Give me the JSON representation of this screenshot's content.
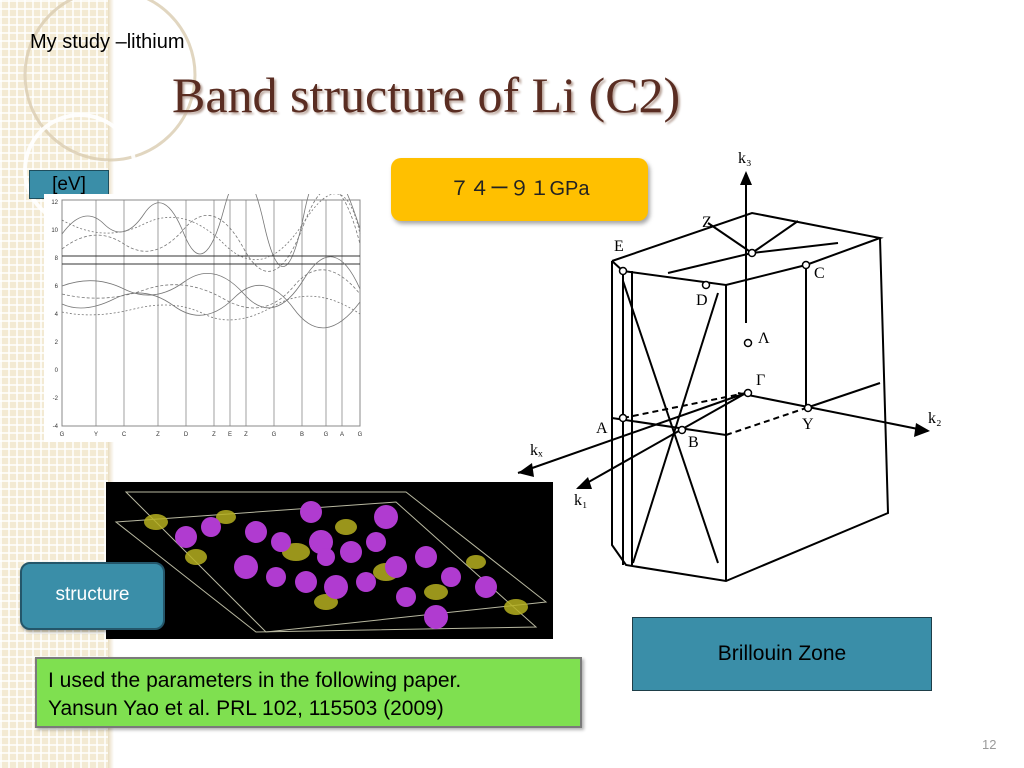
{
  "slide": {
    "subtitle": "My study –lithium",
    "title": "Band structure of Li (C2)",
    "page_number": "12"
  },
  "band_plot": {
    "unit_label": "[eV]",
    "y_ticks": [
      "12",
      "10",
      "8",
      "6",
      "4",
      "2",
      "0",
      "-2",
      "-4"
    ],
    "x_labels": [
      "G",
      "Y",
      "C",
      "Z",
      "D",
      "Z",
      "E",
      "Z",
      "G",
      "B",
      "G",
      "A",
      "G"
    ]
  },
  "pressure_box": {
    "text": "７４ー９１GPa",
    "color": "#ffc000"
  },
  "structure_button": {
    "label": "structure"
  },
  "brillouin": {
    "labels": [
      "k₃",
      "Z",
      "E",
      "C",
      "D",
      "Λ",
      "Γ",
      "A",
      "B",
      "Y",
      "k₂",
      "kₓ",
      "k₁"
    ],
    "zone_label": "Brillouin Zone"
  },
  "note": {
    "line1": "I used the parameters in the following paper.",
    "line2": "Yansun Yao et al. PRL 102, 115503 (2009)"
  },
  "colors": {
    "accent_box": "#3a8ea8",
    "note_bg": "#7fe050",
    "title": "#5a2d22"
  }
}
